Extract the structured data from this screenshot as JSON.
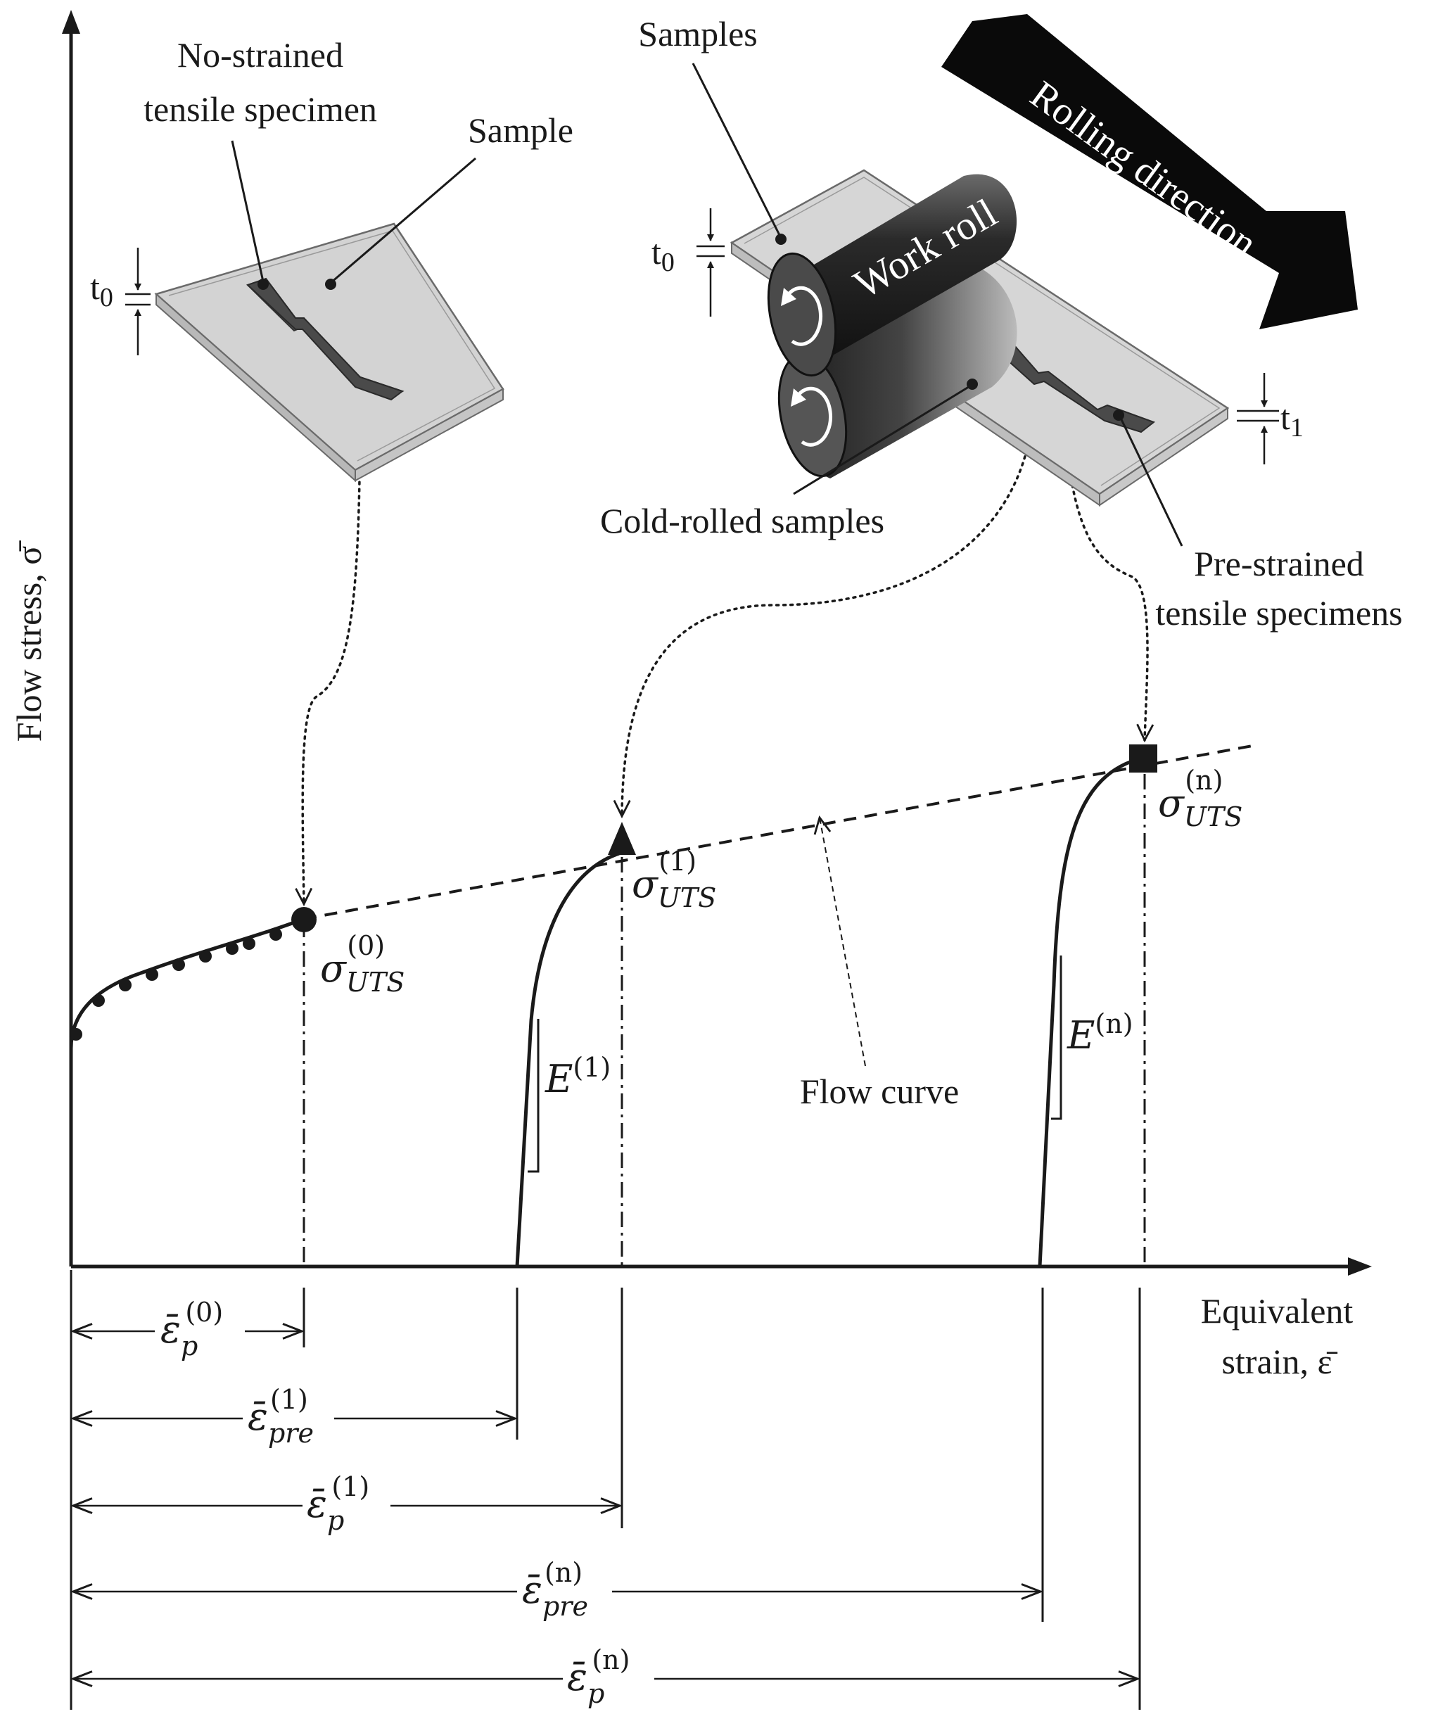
{
  "axes": {
    "y_label": "Flow stress, σ̄",
    "x_label_line1": "Equivalent",
    "x_label_line2": "strain, ε̄"
  },
  "labels": {
    "no_strained_line1": "No-strained",
    "no_strained_line2": "tensile specimen",
    "sample": "Sample",
    "samples": "Samples",
    "rolling_direction": "Rolling direction",
    "work_roll": "Work roll",
    "cold_rolled": "Cold-rolled samples",
    "pre_strained_line1": "Pre-strained",
    "pre_strained_line2": "tensile specimens",
    "flow_curve": "Flow curve",
    "t0_left": "t",
    "t0_left_sub": "0",
    "t0_right": "t",
    "t0_right_sub": "0",
    "t1": "t",
    "t1_sub": "1"
  },
  "math": {
    "sigma0": "σ",
    "sigma0_sup": "(0)",
    "sigma0_sub": "UTS",
    "sigma1": "σ",
    "sigma1_sup": "(1)",
    "sigma1_sub": "UTS",
    "sigman": "σ",
    "sigman_sup": "(n)",
    "sigman_sub": "UTS",
    "E1": "E",
    "E1_sup": "(1)",
    "En": "E",
    "En_sup": "(n)",
    "eps_p0": "ε̄",
    "eps_p0_sup": "(0)",
    "eps_p0_sub": "p",
    "eps_pre1": "ε̄",
    "eps_pre1_sup": "(1)",
    "eps_pre1_sub": "pre",
    "eps_p1": "ε̄",
    "eps_p1_sup": "(1)",
    "eps_p1_sub": "p",
    "eps_pren": "ε̄",
    "eps_pren_sup": "(n)",
    "eps_pren_sub": "pre",
    "eps_pn": "ε̄",
    "eps_pn_sup": "(n)",
    "eps_pn_sub": "p"
  }
}
